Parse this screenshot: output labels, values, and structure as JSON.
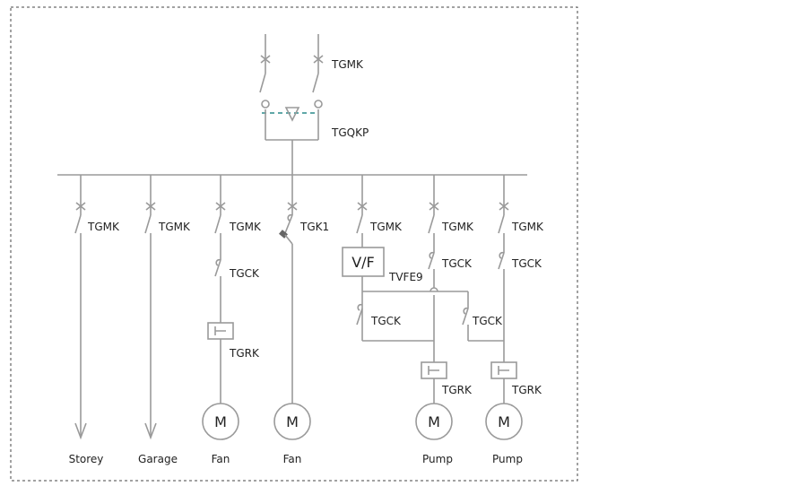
{
  "labels": {
    "top_breaker": "TGMK",
    "transfer_switch": "TGQKP",
    "breaker": "TGMK",
    "breaker_fan2": "TGK1",
    "vf": "V/F",
    "vfd": "TVFE9",
    "contactor": "TGCK",
    "relay": "TGRK",
    "motor": "M"
  },
  "feeders": [
    "Storey",
    "Garage",
    "Fan",
    "Fan",
    "Pump",
    "Pump"
  ],
  "colors": {
    "wire": "#9a9a9a",
    "interlock": "#2a8a8a",
    "text": "#222222"
  }
}
